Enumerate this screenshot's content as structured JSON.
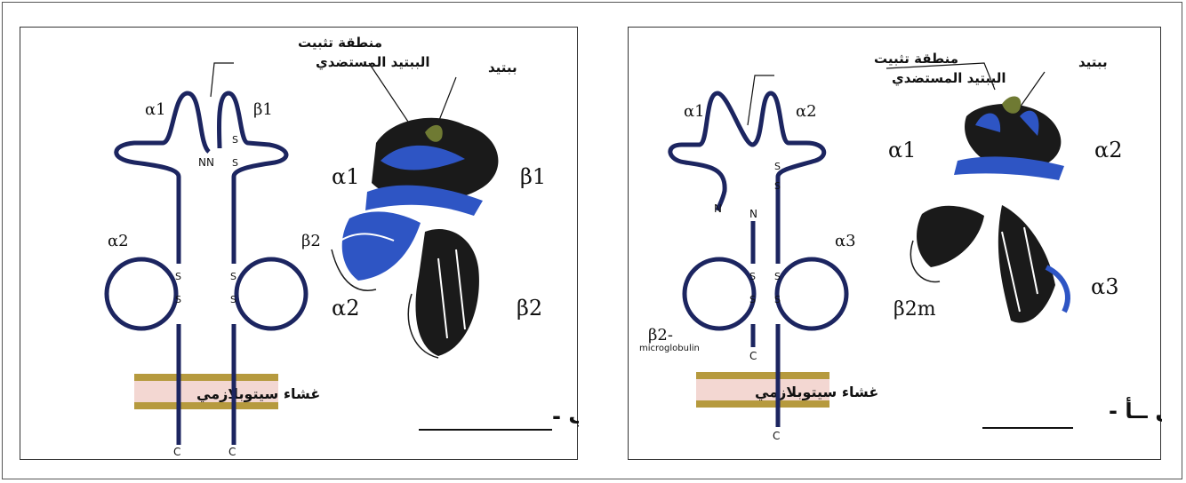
{
  "panel_b": {
    "caption": "الشكل ــب -",
    "anchor_label_line1": "منطقة تثبيت",
    "anchor_label_line2": "الببتيد المستضدي",
    "peptide_label": "ببتيد",
    "membrane_label": "غشاء سيتوبلازمي",
    "schematic": {
      "a1": "α1",
      "b1": "β1",
      "a2": "α2",
      "b2": "β2",
      "nn": "NN",
      "c_left": "C",
      "c_right": "C"
    },
    "ribbon": {
      "a1": "α1",
      "b1": "β1",
      "a2": "α2",
      "b2": "β2"
    },
    "ss": "S"
  },
  "panel_a": {
    "caption": "الشكل ــأ -",
    "anchor_label_line1": "منطقة تثبيت",
    "anchor_label_line2": "الببتيد المستضدي",
    "peptide_label": "ببتيد",
    "membrane_label": "غشاء سيتوبلازمي",
    "schematic": {
      "a1": "α1",
      "a2": "α2",
      "a3": "α3",
      "n1": "N",
      "n2": "N",
      "c1": "C",
      "c2": "C",
      "b2m_main": "β2-",
      "b2m_sub": "microglobulin"
    },
    "ribbon": {
      "a1": "α1",
      "a2": "α2",
      "a3": "α3",
      "b2m": "β2m"
    },
    "ss": "S"
  },
  "colors": {
    "chain": "#1c2560",
    "ribbon_blue": "#2e55c4",
    "ribbon_dark": "#1a1a1a",
    "membrane_gold": "#b69a3e",
    "membrane_pink": "#f3d7d2",
    "peptide": "#6f7a33"
  }
}
